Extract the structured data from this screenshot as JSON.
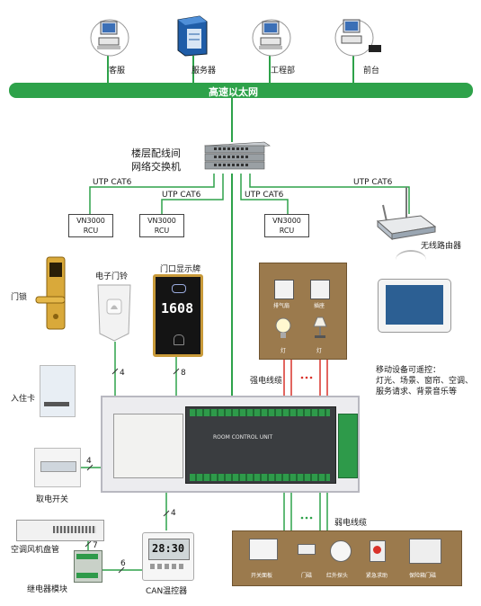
{
  "colors": {
    "ethernet_bar": "#2ea24a",
    "wire_green": "#2ea24a",
    "wire_red": "#d9322b",
    "panel_brown": "#9b7a4d",
    "switch_grey": "#9aa0a4"
  },
  "top_nodes": [
    {
      "icon": "computer-icon",
      "label": "客服"
    },
    {
      "icon": "server-icon",
      "label": "服务器"
    },
    {
      "icon": "computer-icon",
      "label": "工程部"
    },
    {
      "icon": "computer-icon",
      "label": "前台"
    }
  ],
  "ethernet_label": "高速以太网",
  "switch": {
    "label_line1": "楼层配线间",
    "label_line2": "网络交换机"
  },
  "cables": {
    "c1": "UTP CAT6",
    "c2": "UTP CAT6",
    "c3": "UTP CAT6",
    "c4": "UTP CAT6"
  },
  "rcu": [
    {
      "line1": "VN3000",
      "line2": "RCU"
    },
    {
      "line1": "VN3000",
      "line2": "RCU"
    },
    {
      "line1": "VN3000",
      "line2": "RCU"
    }
  ],
  "router_label": "无线路由器",
  "devices": {
    "door_lock": "门锁",
    "doorbell": "电子门铃",
    "door_sign": "门口显示牌",
    "door_sign_number": "1608",
    "card_label": "入住卡",
    "power_switch": "取电开关",
    "fan_coil": "空调风机盘管",
    "relay": "继电器模块",
    "thermostat": "CAN温控器",
    "thermostat_reading": "28:30"
  },
  "wire_counts": {
    "doorbell": "4",
    "door_sign": "8",
    "power_switch": "4",
    "thermostat": "4",
    "relay_top": "7",
    "relay_side": "6"
  },
  "strong_panel": {
    "icon1": "排气扇",
    "icon2": "插座",
    "lamp1": "灯",
    "lamp2": "灯"
  },
  "strong_cable_label": "强电线缆",
  "weak_cable_label": "弱电线缆",
  "mobile_text": {
    "line1": "移动设备可遥控：",
    "line2": "灯光、场景、窗帘、空调、",
    "line3": "服务请求、背景音乐等"
  },
  "controller_text": "ROOM CONTROL UNIT",
  "weak_devices": [
    "开关面板",
    "门磁",
    "红外探头",
    "紧急求助",
    "保险箱门磁"
  ]
}
